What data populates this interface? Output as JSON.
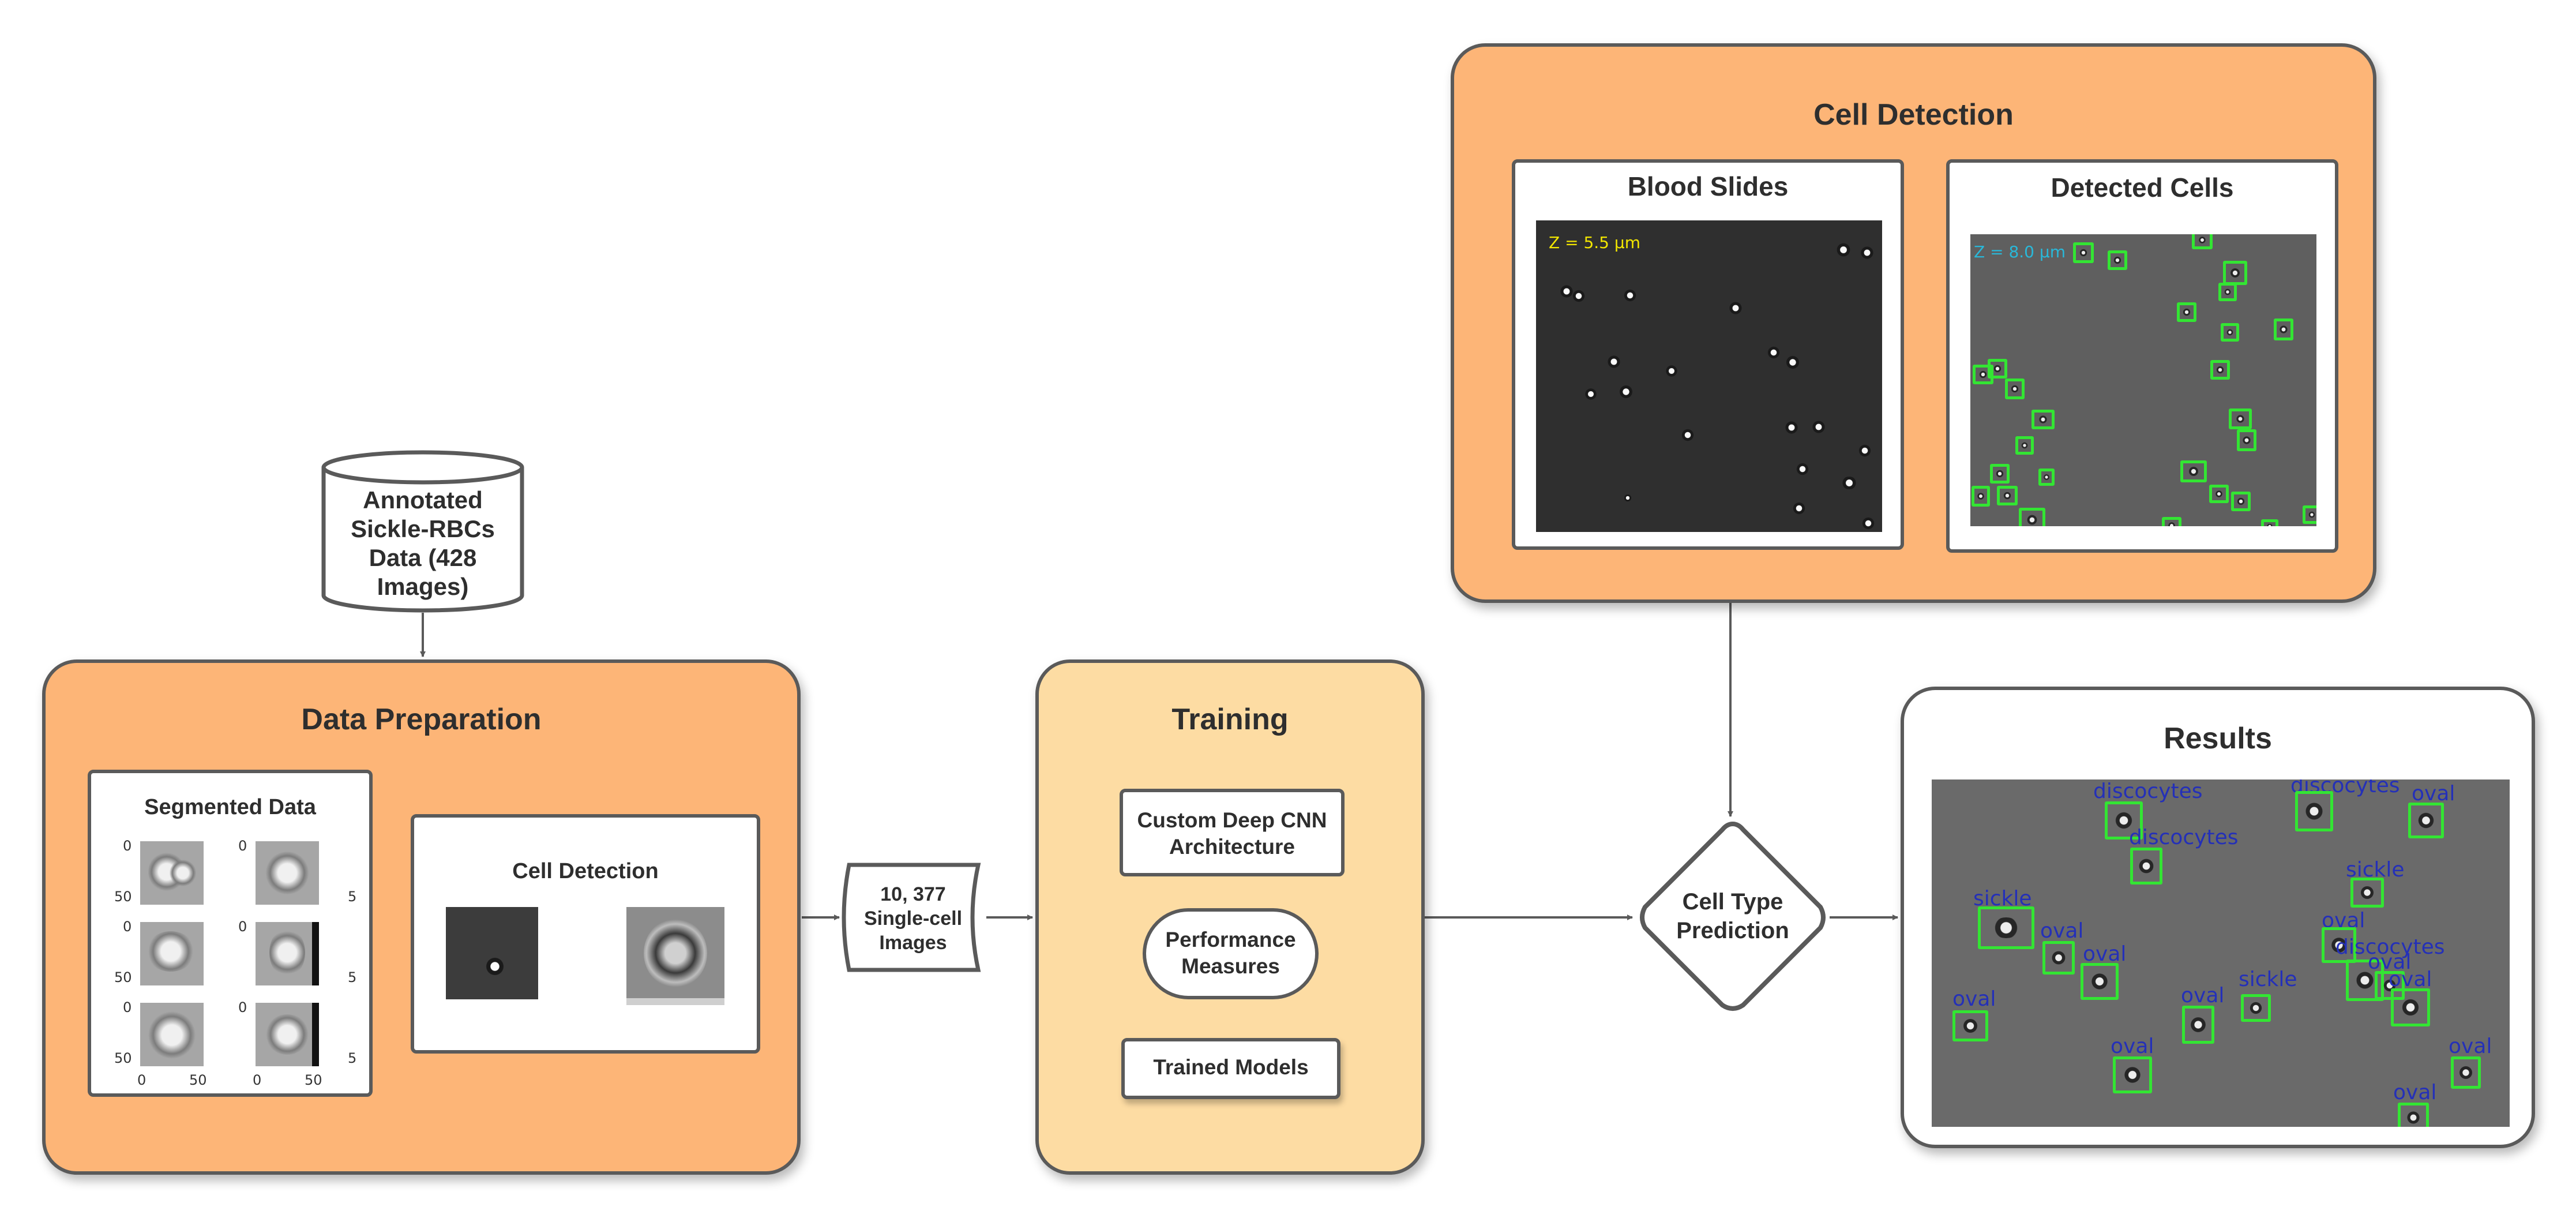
{
  "dataset": {
    "label_lines": [
      "Annotated",
      "Sickle-RBCs",
      "Data (428",
      "Images)"
    ]
  },
  "data_preparation": {
    "title": "Data Preparation",
    "segmented": {
      "title": "Segmented Data",
      "ticks": {
        "y0": "0",
        "y50": "50",
        "x0": "0",
        "x50": "50",
        "side5": "5"
      }
    },
    "cell_detection": {
      "title": "Cell Detection"
    }
  },
  "single_cell": {
    "label_lines": [
      "10, 377",
      "Single-cell",
      "Images"
    ]
  },
  "training": {
    "title": "Training",
    "architecture_lines": [
      "Custom Deep CNN",
      "Architecture"
    ],
    "measures_lines": [
      "Performance",
      "Measures"
    ],
    "models": "Trained Models"
  },
  "cell_detection_panel": {
    "title": "Cell Detection",
    "blood_slides": {
      "title": "Blood Slides",
      "z_label": "Z = 5.5 μm",
      "z_color": "#f2e600"
    },
    "detected_cells": {
      "title": "Detected Cells",
      "z_label": "Z = 8.0 μm",
      "z_color": "#29b8d9"
    }
  },
  "prediction": {
    "label_lines": [
      "Cell Type",
      "Prediction"
    ]
  },
  "results": {
    "title": "Results",
    "labels": [
      "discocytes",
      "discocytes",
      "oval",
      "discocytes",
      "sickle",
      "sickle",
      "oval",
      "oval",
      "oval",
      "discocytes",
      "oval",
      "oval",
      "sickle",
      "oval",
      "oval",
      "oval",
      "oval",
      "oval"
    ]
  },
  "colors": {
    "orange_panel": "#fdb577",
    "light_panel": "#fddca3",
    "border": "#5a5a5a",
    "detect_box": "#33e533",
    "label_text": "#2430b8"
  }
}
